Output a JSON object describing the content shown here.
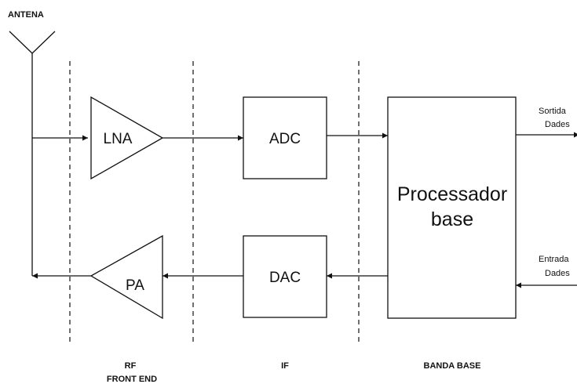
{
  "antenna": {
    "label": "ANTENA"
  },
  "blocks": {
    "lna": "LNA",
    "pa": "PA",
    "adc": "ADC",
    "dac": "DAC",
    "processor_line1": "Processador",
    "processor_line2": "base"
  },
  "io": {
    "output_line1": "Sortida",
    "output_line2": "Dades",
    "input_line1": "Entrada",
    "input_line2": "Dades"
  },
  "sections": {
    "rf_line1": "RF",
    "rf_line2": "FRONT END",
    "if": "IF",
    "baseband": "BANDA BASE"
  }
}
